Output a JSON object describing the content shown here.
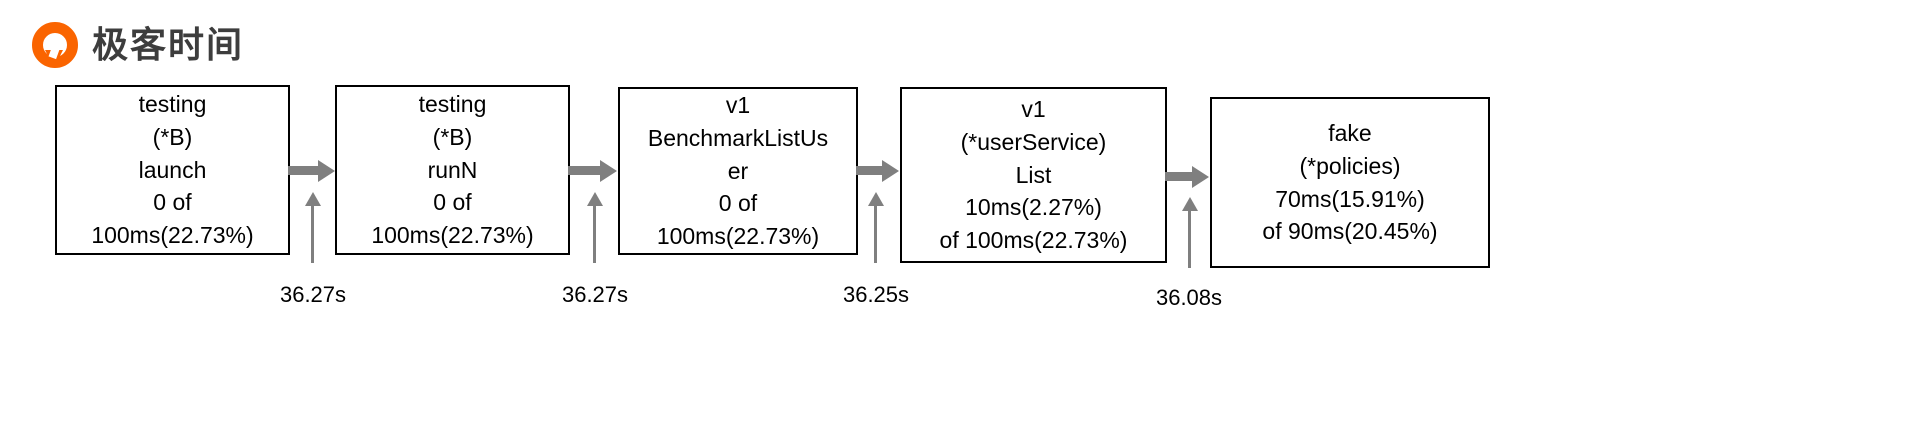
{
  "logo": {
    "brand_text": "极客时间"
  },
  "colors": {
    "brand_orange": "#fa6400",
    "edge_gray": "#7f7f7f",
    "node_border": "#000000",
    "node_text": "#000000"
  },
  "diagram": {
    "nodes": [
      {
        "label": "testing\n(*B)\nlaunch\n0 of\n100ms(22.73%)"
      },
      {
        "label": "testing\n(*B)\nrunN\n0 of\n100ms(22.73%)"
      },
      {
        "label": "v1\nBenchmarkListUs\ner\n0 of\n100ms(22.73%)"
      },
      {
        "label": "v1\n(*userService)\nList\n10ms(2.27%)\nof 100ms(22.73%)"
      },
      {
        "label": "fake\n(*policies)\n70ms(15.91%)\nof 90ms(20.45%)"
      }
    ],
    "edge_times": [
      {
        "label": "36.27s"
      },
      {
        "label": "36.27s"
      },
      {
        "label": "36.25s"
      },
      {
        "label": "36.08s"
      }
    ]
  }
}
